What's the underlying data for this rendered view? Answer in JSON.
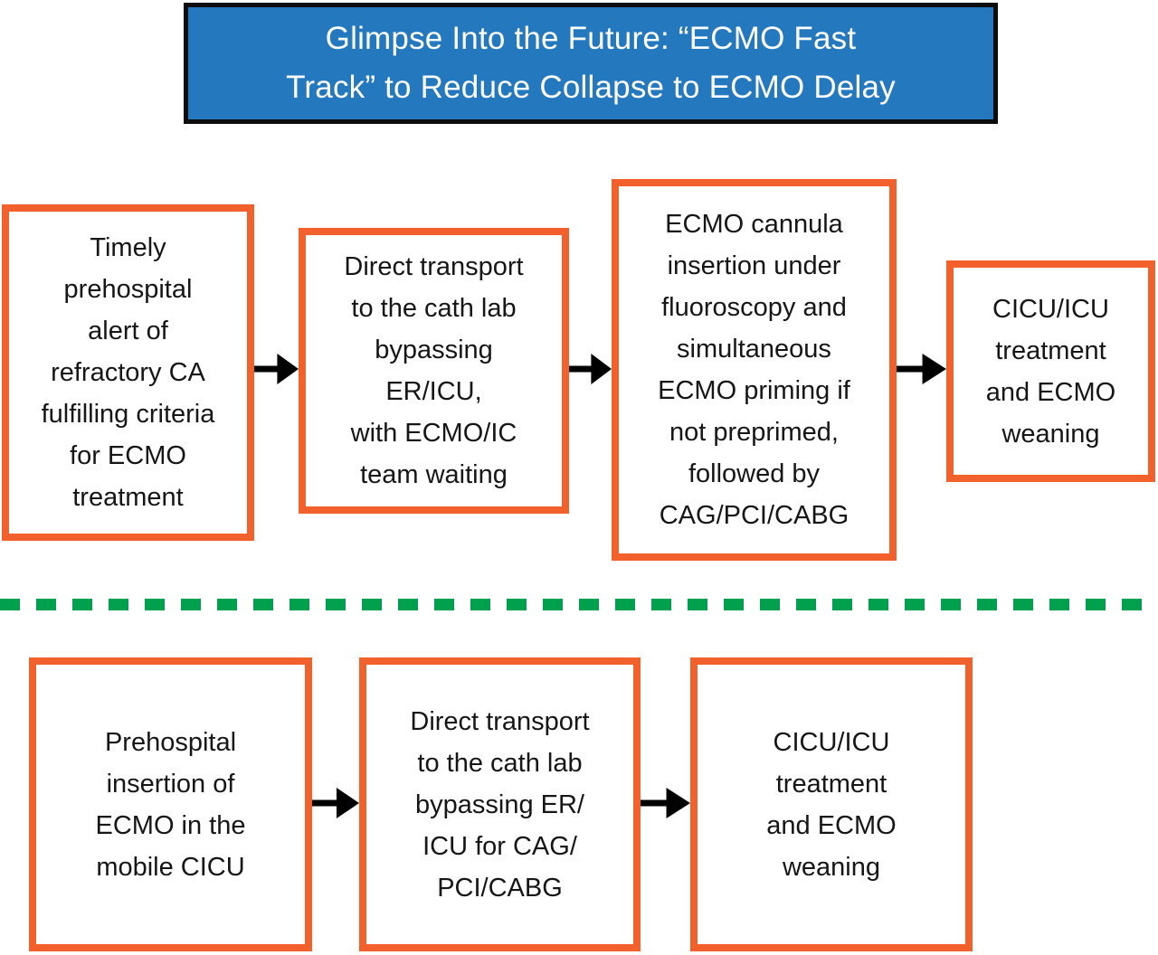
{
  "title": {
    "text": "Glimpse Into the Future: “ECMO Fast\nTrack” to Reduce Collapse to ECMO Delay"
  },
  "colors": {
    "background": "#ffffff",
    "title_bg": "#2478be",
    "title_border": "#0d0d0d",
    "title_text": "#ffffff",
    "box_border": "#f2612b",
    "arrow": "#000000",
    "divider": "#00a04f",
    "text": "#161616"
  },
  "top_row": {
    "boxes": [
      {
        "text": "Timely\nprehospital\nalert of\nrefractory CA\nfulfilling criteria\nfor ECMO\ntreatment"
      },
      {
        "text": "Direct transport\nto the cath lab\nbypassing\nER/ICU,\nwith ECMO/IC\nteam waiting"
      },
      {
        "text": "ECMO cannula\ninsertion under\nfluoroscopy and\nsimultaneous\nECMO priming if\nnot preprimed,\nfollowed by\nCAG/PCI/CABG"
      },
      {
        "text": "CICU/ICU\ntreatment\nand ECMO\nweaning"
      }
    ]
  },
  "bottom_row": {
    "boxes": [
      {
        "text": "Prehospital\ninsertion of\nECMO in the\nmobile CICU"
      },
      {
        "text": "Direct transport\nto the cath lab\nbypassing ER/\nICU for CAG/\nPCI/CABG"
      },
      {
        "text": "CICU/ICU\ntreatment\nand ECMO\nweaning"
      }
    ]
  },
  "divider": {
    "style": "dashed",
    "orientation": "horizontal"
  }
}
